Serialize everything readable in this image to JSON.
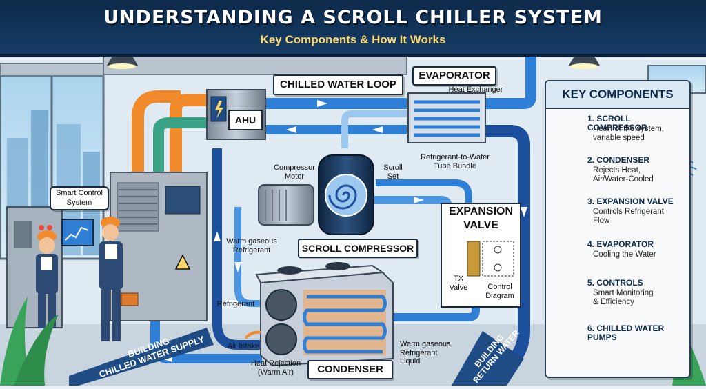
{
  "header": {
    "title": "UNDERSTANDING A SCROLL CHILLER SYSTEM",
    "subtitle": "Key Components & How It Works"
  },
  "diagram": {
    "chilled_water_loop": "CHILLED WATER LOOP",
    "ahu": "AHU",
    "evaporator": "EVAPORATOR",
    "heat_exchanger": "Heat Exchanger",
    "tube_bundle": "Refrigerant-to-Water\nTube Bundle",
    "compressor_motor": "Compressor\nMotor",
    "scroll_set": "Scroll\nSet",
    "scroll_compressor": "SCROLL COMPRESSOR",
    "expansion_valve": "EXPANSION\nVALVE",
    "tx_valve": "TX\nValve",
    "control_diagram": "Control\nDiagram",
    "warm_gaseous_refrigerant": "Warm gaseous\nRefrigerant",
    "refrigerant": "Refrigerant",
    "smart_control_system": "Smart Control\nSystem",
    "air_intake": "Air Intake",
    "heat_rejection": "Heat Rejection\n(Warm Air)",
    "condenser": "CONDENSER",
    "warm_gaseous_refrigerant_liquid": "Warm gaseous\nRefrigerant\nLiquid",
    "building_supply": "BUILDING\nCHILLED WATER SUPPLY",
    "building_return": "BUILDING\nRETURN WATER"
  },
  "key_components": {
    "title": "KEY COMPONENTS",
    "items": [
      {
        "name": "1. SCROLL COMPRESSOR",
        "desc": "Heart of the system,\nvariable speed",
        "icon": "compressor-icon"
      },
      {
        "name": "2. CONDENSER",
        "desc": "Rejects Heat,\nAir/Water-Cooled",
        "icon": "condenser-icon"
      },
      {
        "name": "3. EXPANSION VALVE",
        "desc": "Controls Refrigerant\nFlow",
        "icon": "valve-icon"
      },
      {
        "name": "4. EVAPORATOR",
        "desc": "Cooling the Water",
        "icon": "evaporator-icon"
      },
      {
        "name": "5. CONTROLS",
        "desc": "Smart Monitoring\n& Efficiency",
        "icon": "controls-icon"
      },
      {
        "name": "6. CHILLED WATER\nPUMPS",
        "desc": "",
        "icon": "pump-icon"
      }
    ]
  },
  "colors": {
    "pipe_blue": "#2f7fd6",
    "pipe_dark": "#1c4f9c",
    "pipe_orange": "#f08a2a",
    "pipe_green": "#3aa386",
    "navy": "#0e2a4a",
    "accent_yellow": "#ffd86b"
  }
}
